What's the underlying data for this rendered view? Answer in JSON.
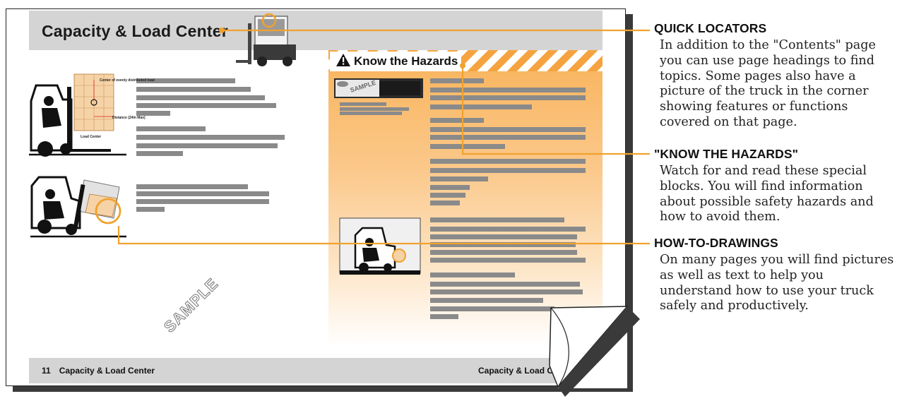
{
  "page": {
    "title": "Capacity & Load Center",
    "footer_page_number": "11",
    "footer_left_title": "Capacity & Load Center",
    "footer_right_title": "Capacity & Load C",
    "watermark": "SAMPLE"
  },
  "hazards": {
    "title": "Know the Hazards",
    "decal_label": "SAMPLE"
  },
  "diagram_labels": {
    "center_of_load": "Center of evenly distributed load",
    "distance": "Distance (24in Max)",
    "load_center": "Load Center"
  },
  "annotations": [
    {
      "heading": "QUICK LOCATORS",
      "body": "In addition to the \"Contents\" page you can use page headings to find topics. Some pages also have a picture of the truck in the corner showing features or functions covered on that page."
    },
    {
      "heading": "\"KNOW THE HAZARDS\"",
      "body": "Watch for and read these special blocks. You will find information about possible safety hazards and how to avoid them."
    },
    {
      "heading": "HOW-TO-DRAWINGS",
      "body": "On many pages you will find pictures as well as text to help you understand how to use your truck safely and productively."
    }
  ],
  "colors": {
    "accent_orange": "#f5a340",
    "callout_line": "#f0a22e",
    "header_gray": "#d4d4d4",
    "text_bar_gray": "#8a8a8a"
  }
}
